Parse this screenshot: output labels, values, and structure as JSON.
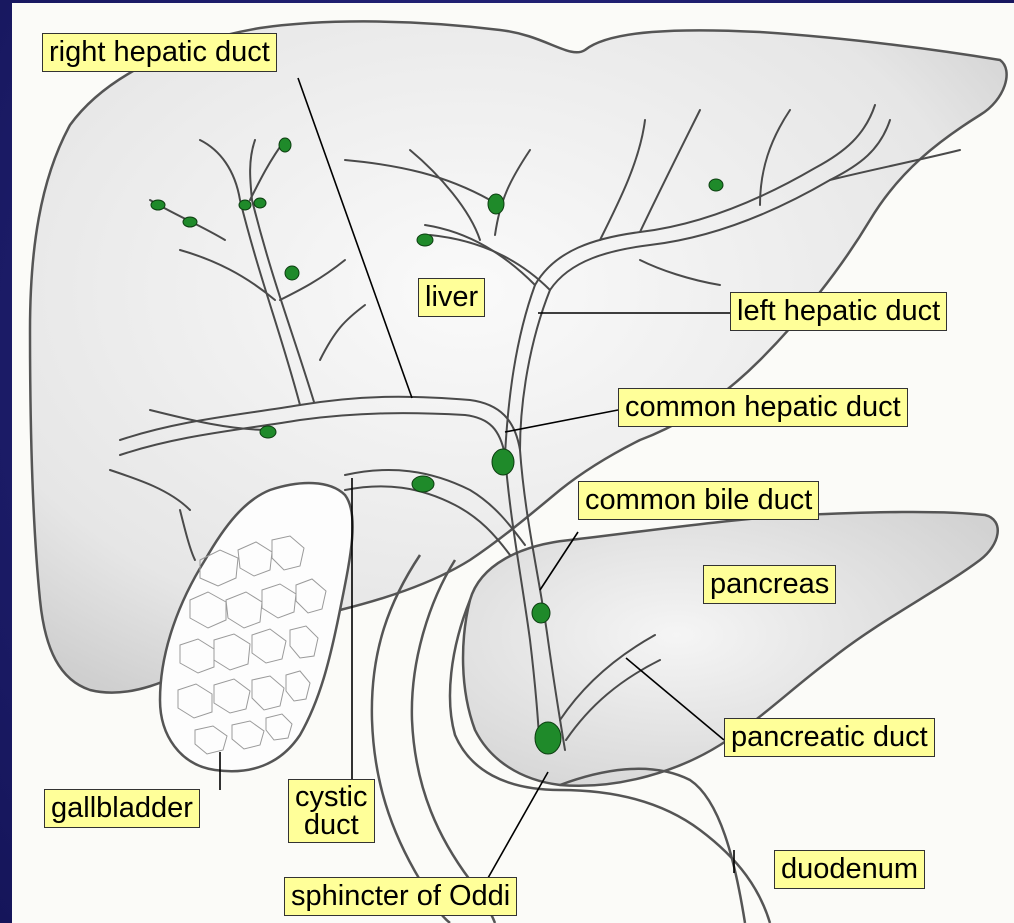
{
  "diagram": {
    "labels": {
      "right_hepatic_duct": "right hepatic duct",
      "liver": "liver",
      "left_hepatic_duct": "left hepatic duct",
      "common_hepatic_duct": "common hepatic duct",
      "common_bile_duct": "common bile duct",
      "pancreas": "pancreas",
      "pancreatic_duct": "pancreatic duct",
      "gallbladder": "gallbladder",
      "cystic_duct": "cystic\nduct",
      "sphincter_of_oddi": "sphincter of Oddi",
      "duodenum": "duodenum"
    },
    "colors": {
      "background": "#1b1b66",
      "label_fill": "#ffff99",
      "node_fill": "#1f8a2a",
      "outline": "#444444"
    }
  }
}
